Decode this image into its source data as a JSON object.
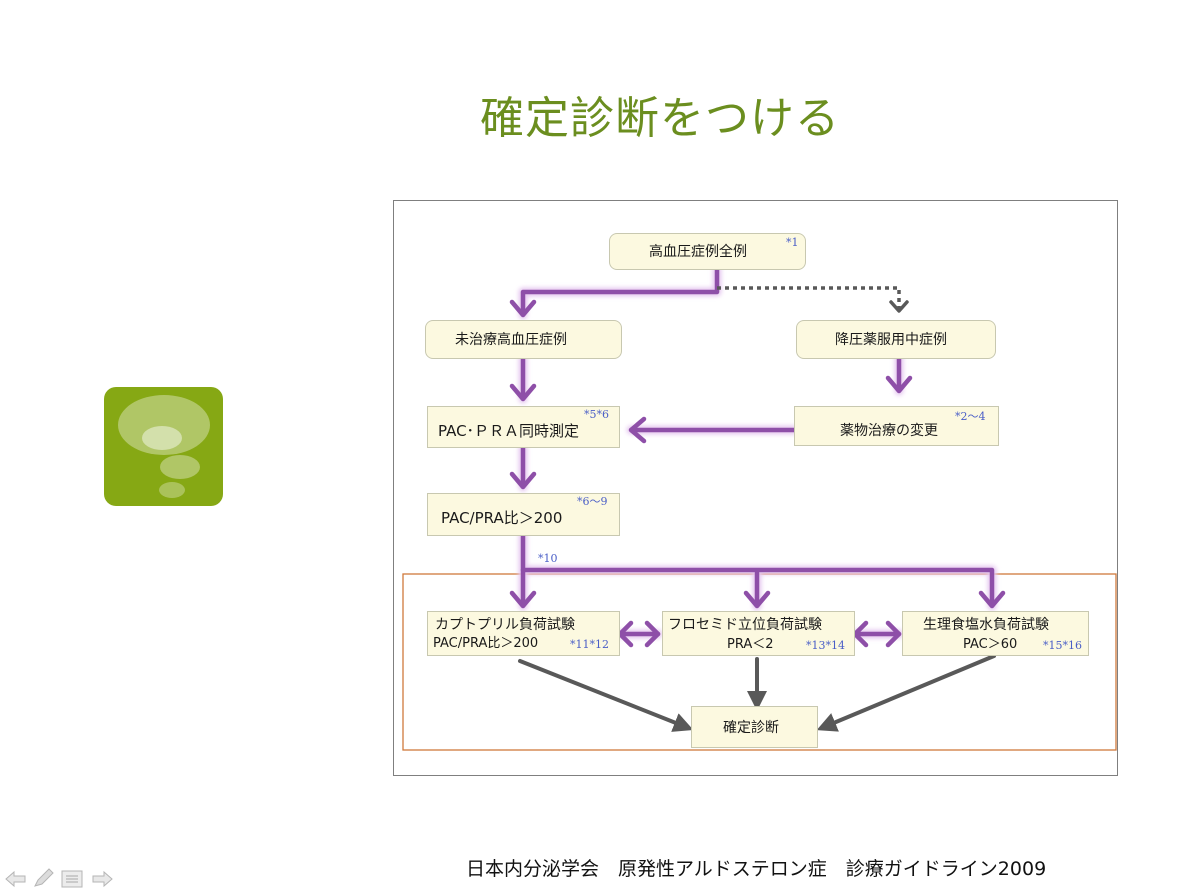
{
  "slide": {
    "title": "確定診断をつける",
    "footer": "日本内分泌学会　原発性アルドステロン症　診療ガイドライン2009"
  },
  "flowchart": {
    "all_htn": {
      "label": "高血圧症例全例",
      "ref": "*1"
    },
    "untreated": {
      "label": "未治療高血圧症例"
    },
    "on_meds": {
      "label": "降圧薬服用中症例"
    },
    "pac_pra": {
      "label": "PAC･ＰＲＡ同時測定",
      "ref": "*5*6"
    },
    "drug_change": {
      "label": "薬物治療の変更",
      "ref": "*2～4"
    },
    "ratio": {
      "label": "PAC/PRA比＞200",
      "ref": "*6～9"
    },
    "branch_ref": "*10",
    "captopril": {
      "label": "カプトプリル負荷試験",
      "sub": "PAC/PRA比＞200",
      "ref": "*11*12"
    },
    "furosemide": {
      "label": "フロセミド立位負荷試験",
      "sub": "PRA＜2",
      "ref": "*13*14"
    },
    "saline": {
      "label": "生理食塩水負荷試験",
      "sub": "PAC＞60",
      "ref": "*15*16"
    },
    "confirm": {
      "label": "確定診断"
    }
  },
  "colors": {
    "title": "#6b8e1f",
    "arrow_purple": "#8e4fa8",
    "arrow_gray": "#595959",
    "box_fill": "#fcf9e0",
    "highlight_border": "#d07a3c",
    "deco_green": "#86a814"
  },
  "nav": {
    "icons": [
      "prev-arrow-icon",
      "pen-icon",
      "menu-icon",
      "next-arrow-icon"
    ]
  }
}
